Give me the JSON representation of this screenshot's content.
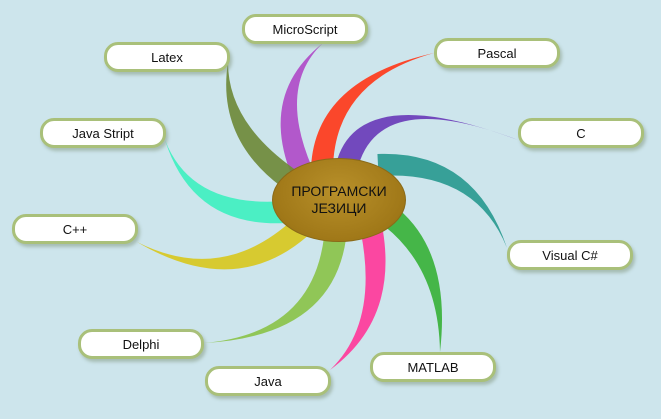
{
  "center": {
    "line1": "ПРОГРАМСКИ",
    "line2": "ЈЕЗИЦИ",
    "color": "#a47c1c"
  },
  "nodes": [
    {
      "id": "microscript",
      "label": "MicroScript",
      "color": "#b04cc8"
    },
    {
      "id": "latex",
      "label": "Latex",
      "color": "#6f8a3a"
    },
    {
      "id": "pascal",
      "label": "Pascal",
      "color": "#ff3a1a"
    },
    {
      "id": "c",
      "label": "C",
      "color": "#6a3cb8"
    },
    {
      "id": "visual-csharp",
      "label": "Visual C#",
      "color": "#2a9a90"
    },
    {
      "id": "matlab",
      "label": "MATLAB",
      "color": "#3ab23a"
    },
    {
      "id": "java",
      "label": "Java",
      "color": "#ff3a9a"
    },
    {
      "id": "delphi",
      "label": "Delphi",
      "color": "#8bc34a"
    },
    {
      "id": "cpp",
      "label": "C++",
      "color": "#d8c820"
    },
    {
      "id": "java-stript",
      "label": "Java Stript",
      "color": "#40f0c0"
    }
  ]
}
